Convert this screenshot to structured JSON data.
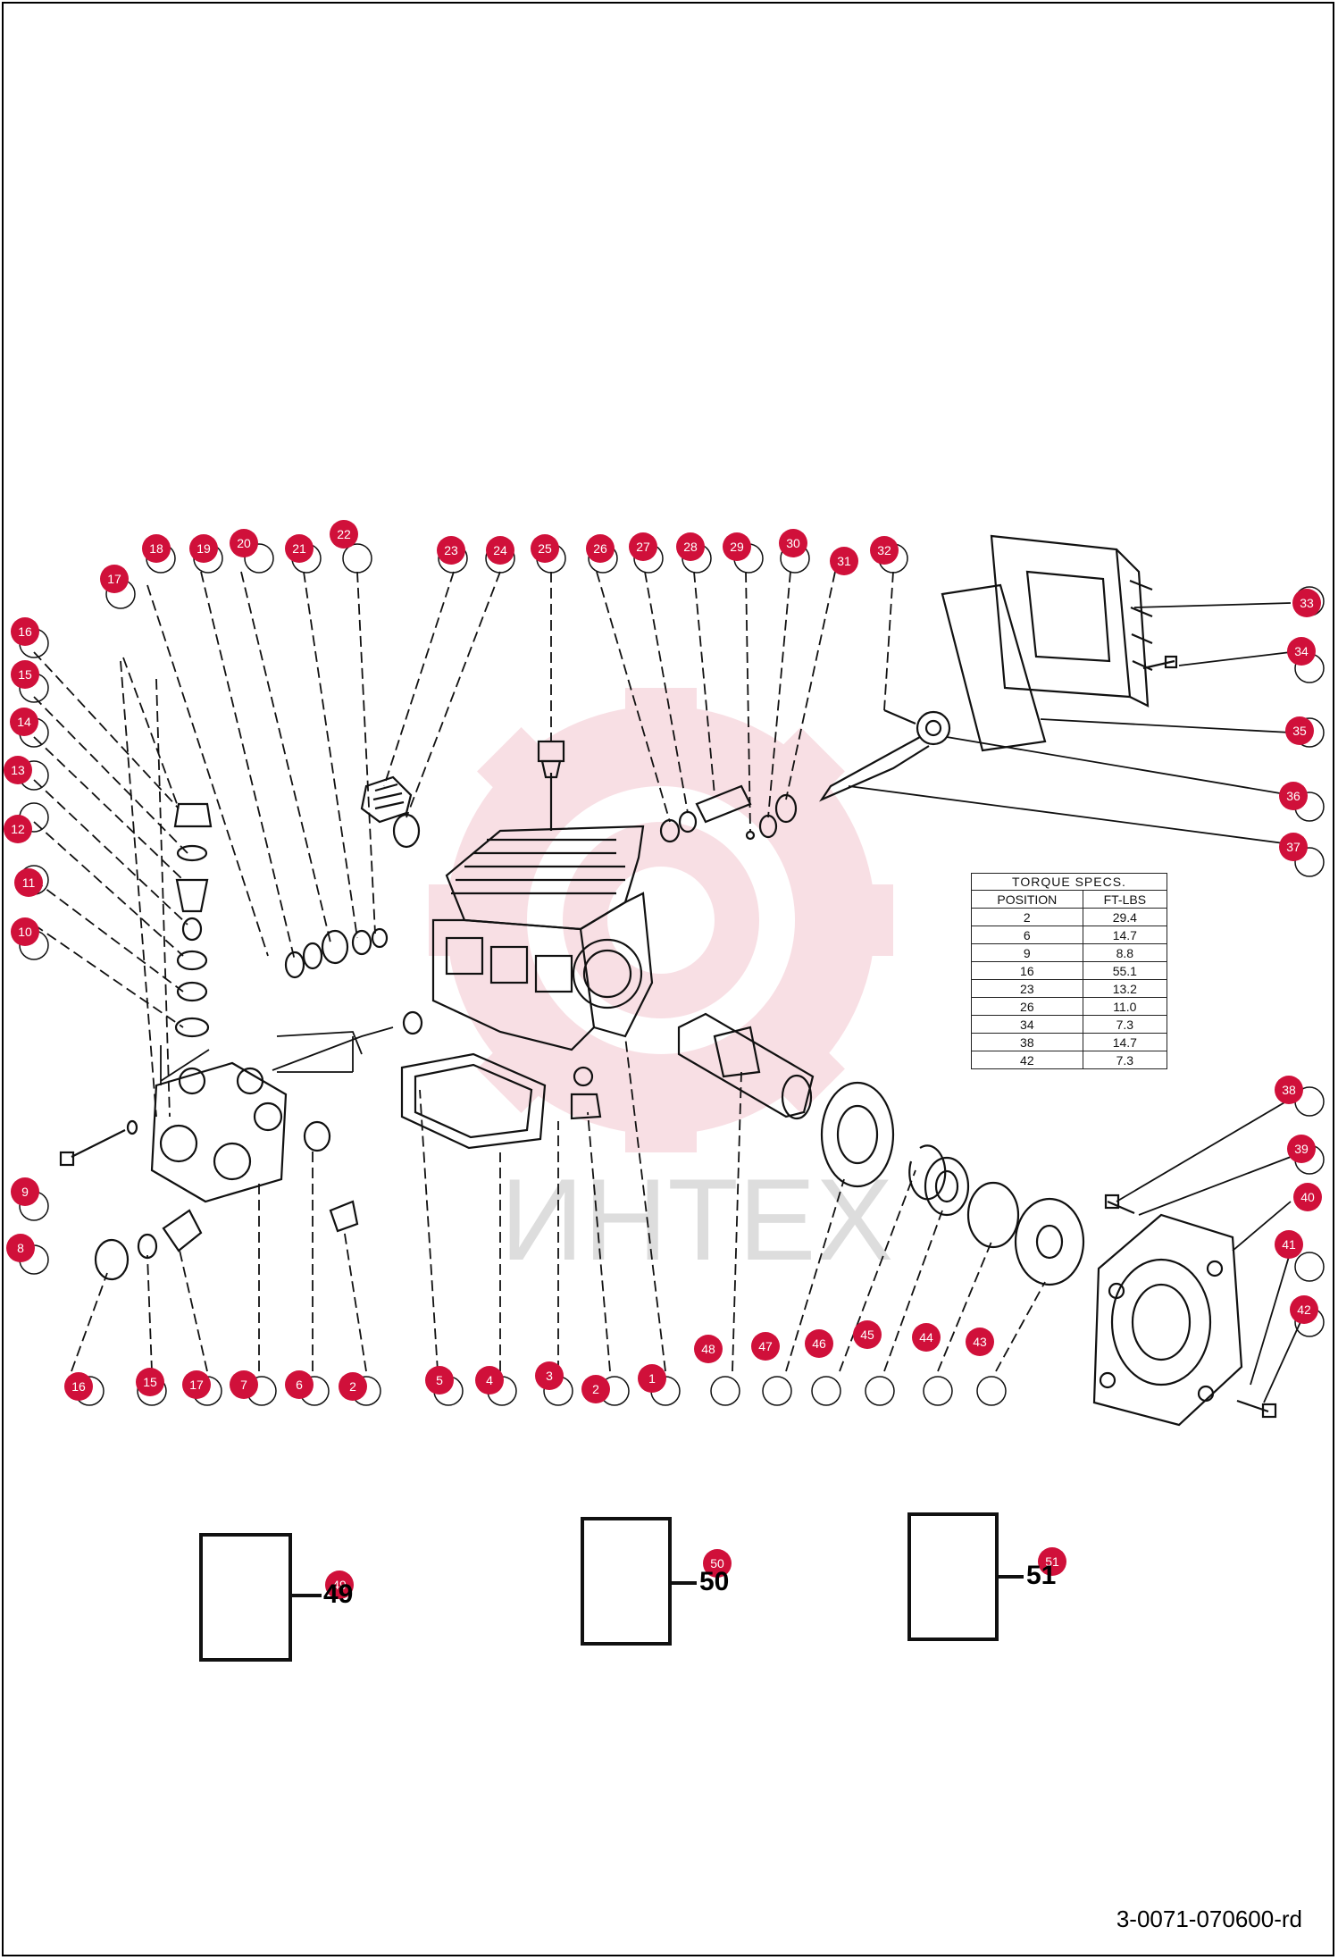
{
  "drawing_code": "3-0071-070600-rd",
  "watermark_text": "ИНТЕХ",
  "accent_color": "#d0103a",
  "torque_table": {
    "title": "TORQUE SPECS.",
    "headers": [
      "POSITION",
      "FT-LBS"
    ],
    "rows": [
      [
        "2",
        "29.4"
      ],
      [
        "6",
        "14.7"
      ],
      [
        "9",
        "8.8"
      ],
      [
        "16",
        "55.1"
      ],
      [
        "23",
        "13.2"
      ],
      [
        "26",
        "11.0"
      ],
      [
        "34",
        "7.3"
      ],
      [
        "38",
        "14.7"
      ],
      [
        "42",
        "7.3"
      ]
    ]
  },
  "callouts": [
    "1",
    "2",
    "3",
    "4",
    "5",
    "6",
    "7",
    "8",
    "9",
    "10",
    "11",
    "12",
    "13",
    "14",
    "15",
    "16",
    "17",
    "18",
    "19",
    "20",
    "21",
    "22",
    "23",
    "24",
    "25",
    "26",
    "27",
    "28",
    "29",
    "30",
    "31",
    "32",
    "33",
    "34",
    "35",
    "36",
    "37",
    "38",
    "39",
    "40",
    "41",
    "42",
    "43",
    "44",
    "45",
    "46",
    "47",
    "48",
    "49",
    "50",
    "51"
  ],
  "extra_callouts": [
    "2",
    "15",
    "16",
    "17"
  ],
  "box_labels": [
    "49",
    "50",
    "51"
  ]
}
